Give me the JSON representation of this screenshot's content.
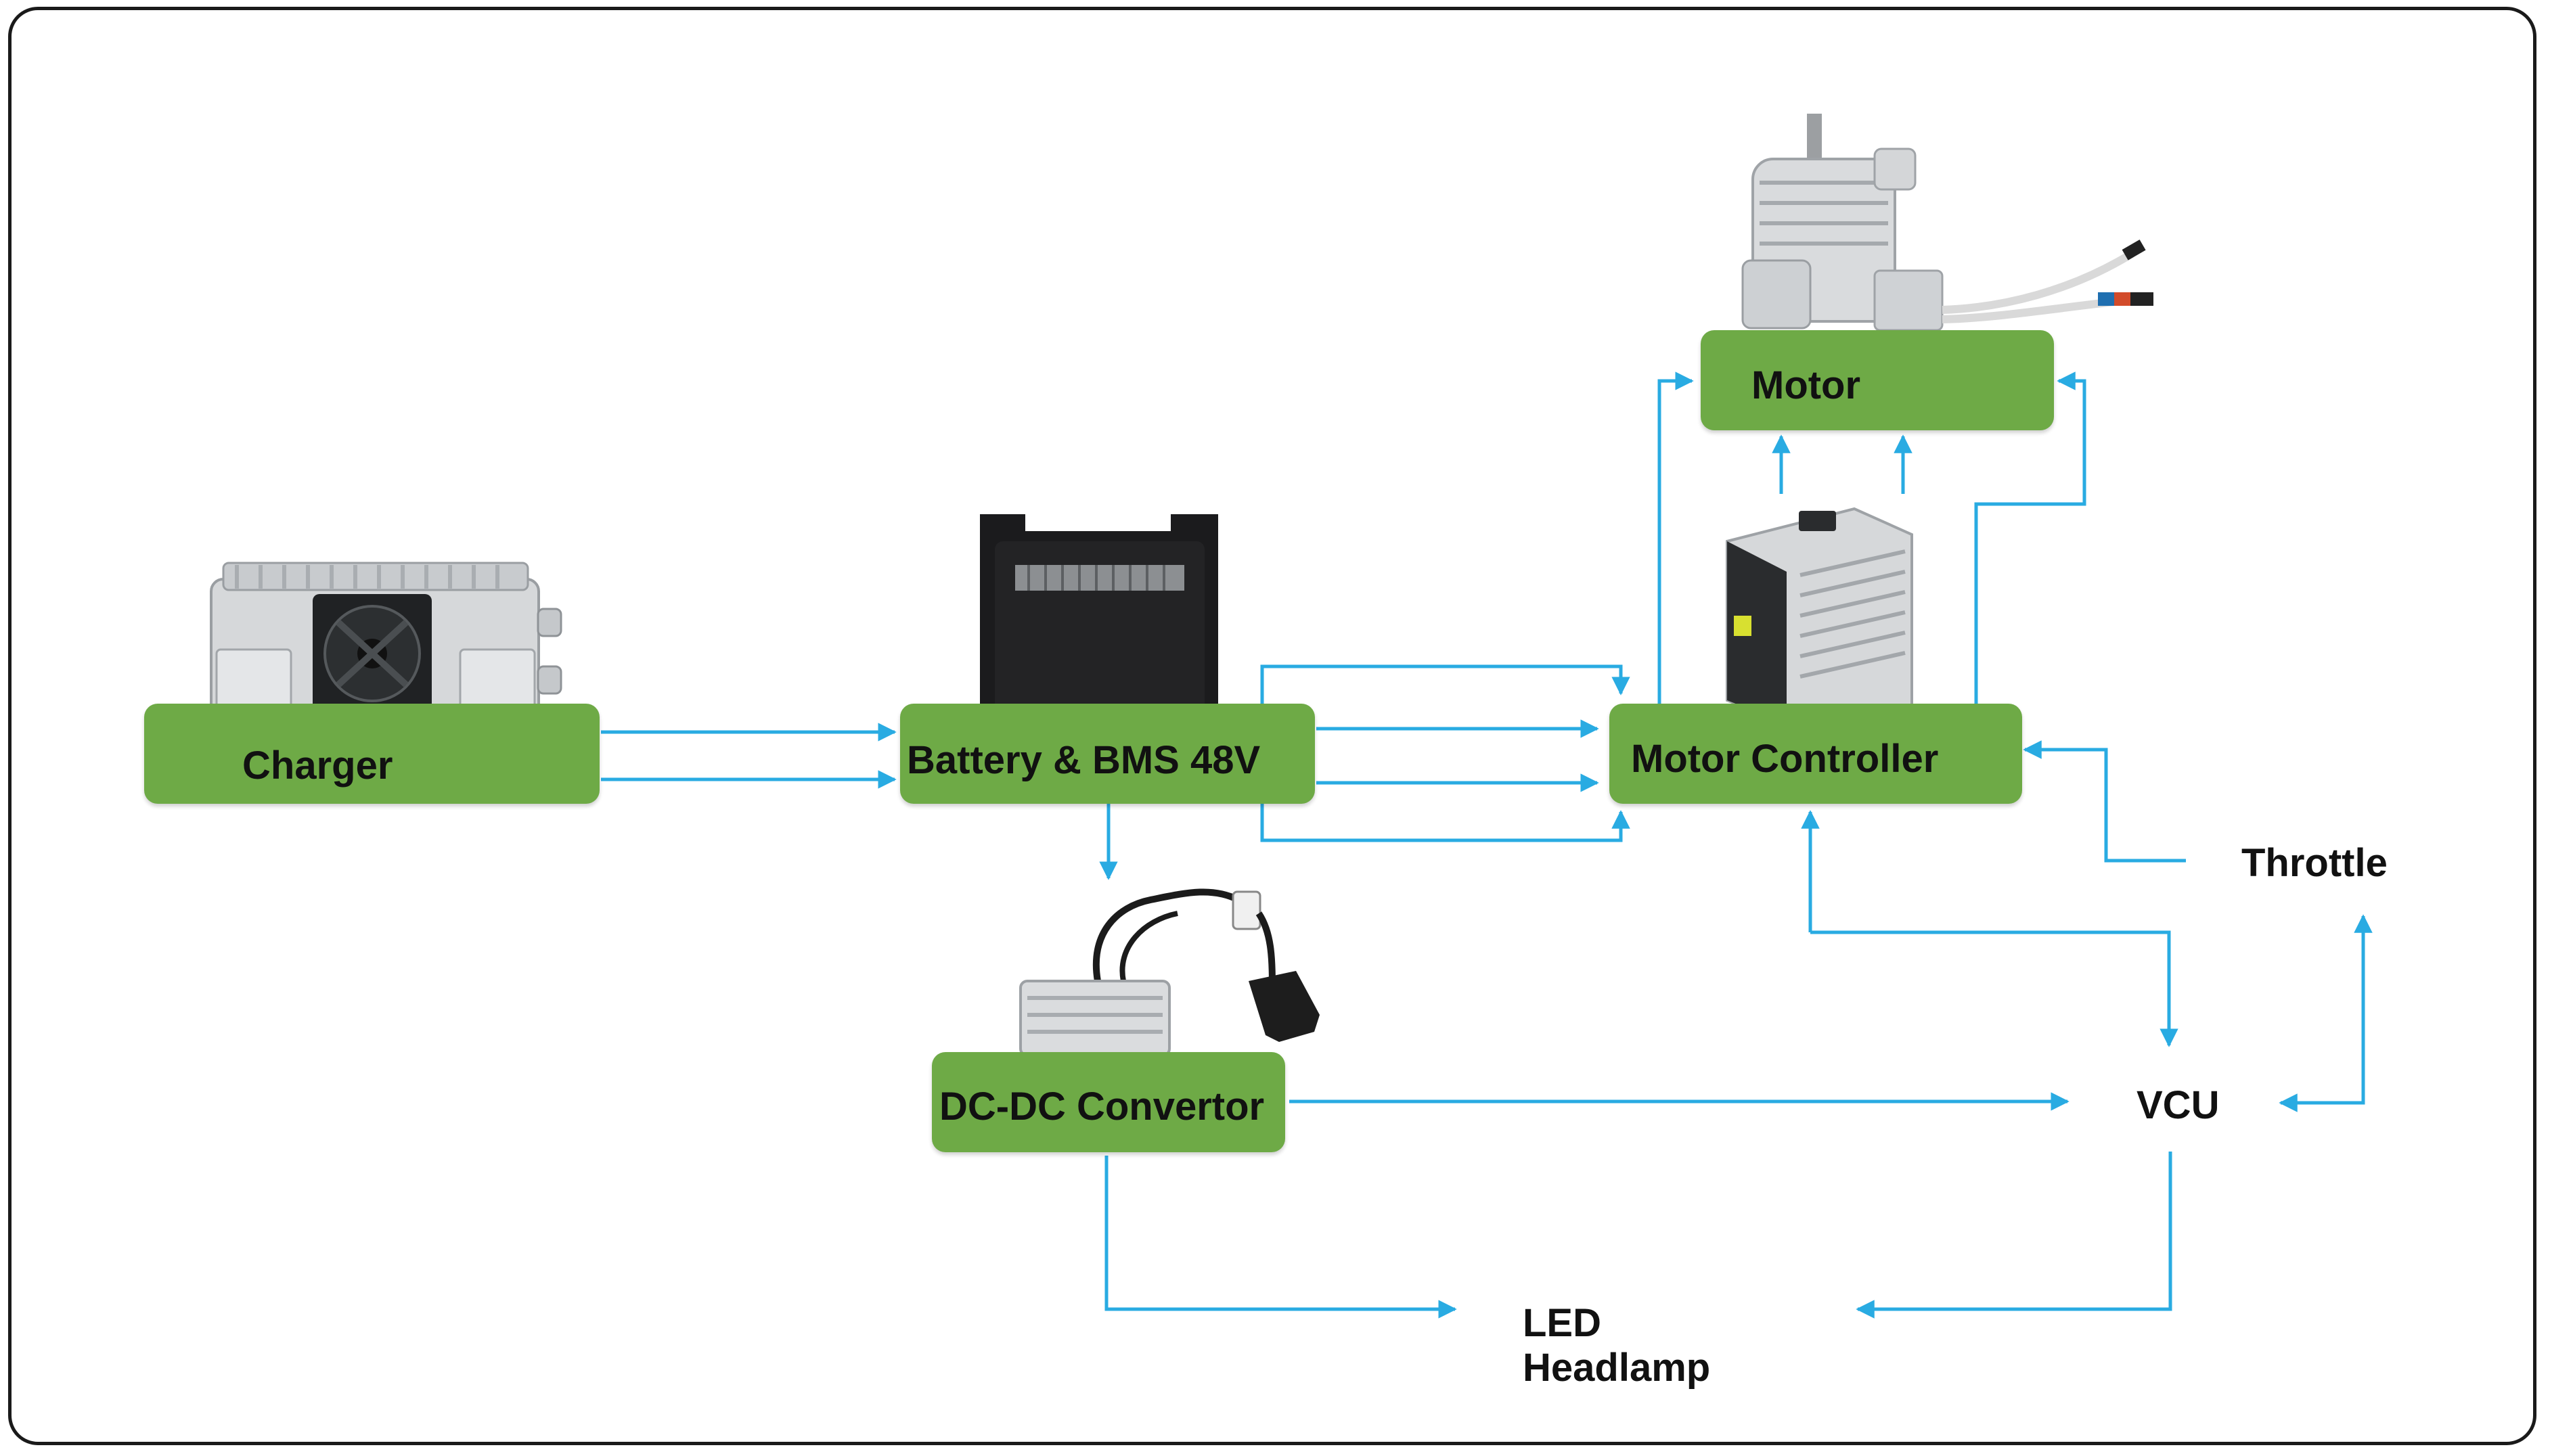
{
  "colors": {
    "box_fill": "#6eaa46",
    "arrow": "#29abe2",
    "frame": "#1a1a1a",
    "text": "#111111"
  },
  "nodes": {
    "charger": {
      "label": "Charger",
      "icon": "charger-unit-icon"
    },
    "battery": {
      "label": "Battery & BMS 48V",
      "icon": "battery-pack-icon"
    },
    "motor_controller": {
      "label": "Motor Controller",
      "icon": "controller-unit-icon"
    },
    "motor": {
      "label": "Motor",
      "icon": "electric-motor-icon"
    },
    "dcdc": {
      "label": "DC-DC Convertor",
      "icon": "dcdc-converter-icon"
    },
    "throttle": {
      "label": "Throttle"
    },
    "vcu": {
      "label": "VCU"
    },
    "led": {
      "label_line1": "LED",
      "label_line2": "Headlamp"
    }
  }
}
